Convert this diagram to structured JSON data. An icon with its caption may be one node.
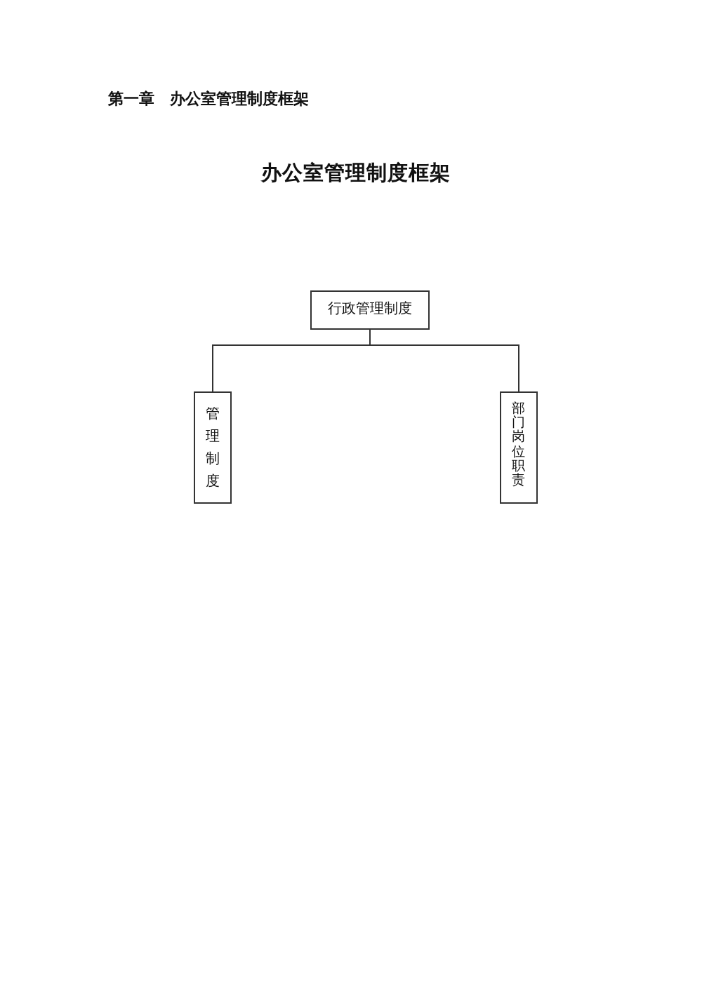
{
  "diagram": {
    "title": "办公室管理制度框架",
    "nodes": [
      {
        "text": [
          "行政管理制度"
        ]
      },
      {
        "text": [
          "管理制度"
        ]
      },
      {
        "text": [
          "部门岗位职责"
        ]
      }
    ],
    "edges": [
      {
        "from": 0,
        "to": 1,
        "arrow": "none"
      },
      {
        "from": 0,
        "to": 2,
        "arrow": "none"
      }
    ],
    "labels": [
      "第一章　办公室管理制度框架"
    ]
  }
}
